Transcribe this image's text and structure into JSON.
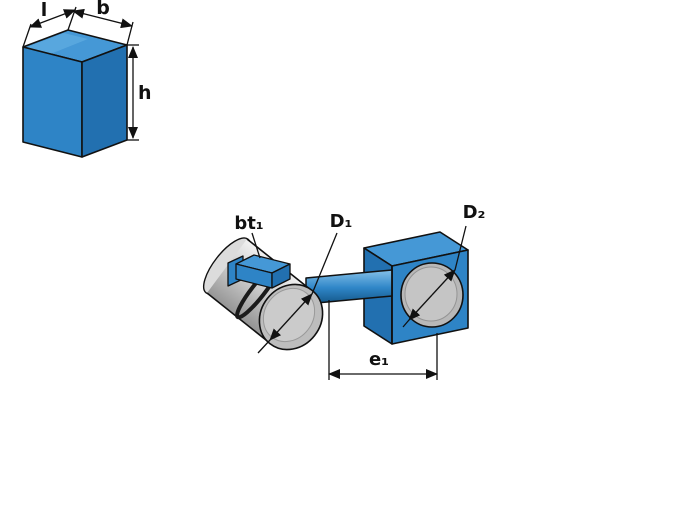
{
  "block": {
    "dim_l": "l",
    "dim_b": "b",
    "dim_h": "h"
  },
  "assembly": {
    "dim_bt1": "bt₁",
    "dim_d1": "D₁",
    "dim_d2": "D₂",
    "dim_e1": "e₁"
  },
  "colors": {
    "blue_top": "#4598d6",
    "blue_front": "#2e84c6",
    "blue_side": "#2270b0",
    "gray_cap": "#dcdcdc",
    "gray_face": "#bdbdbd",
    "gray_face_inner": "#cbcbcb",
    "disc": "#b8b8b8",
    "disc_inner": "#c5c5c5"
  }
}
